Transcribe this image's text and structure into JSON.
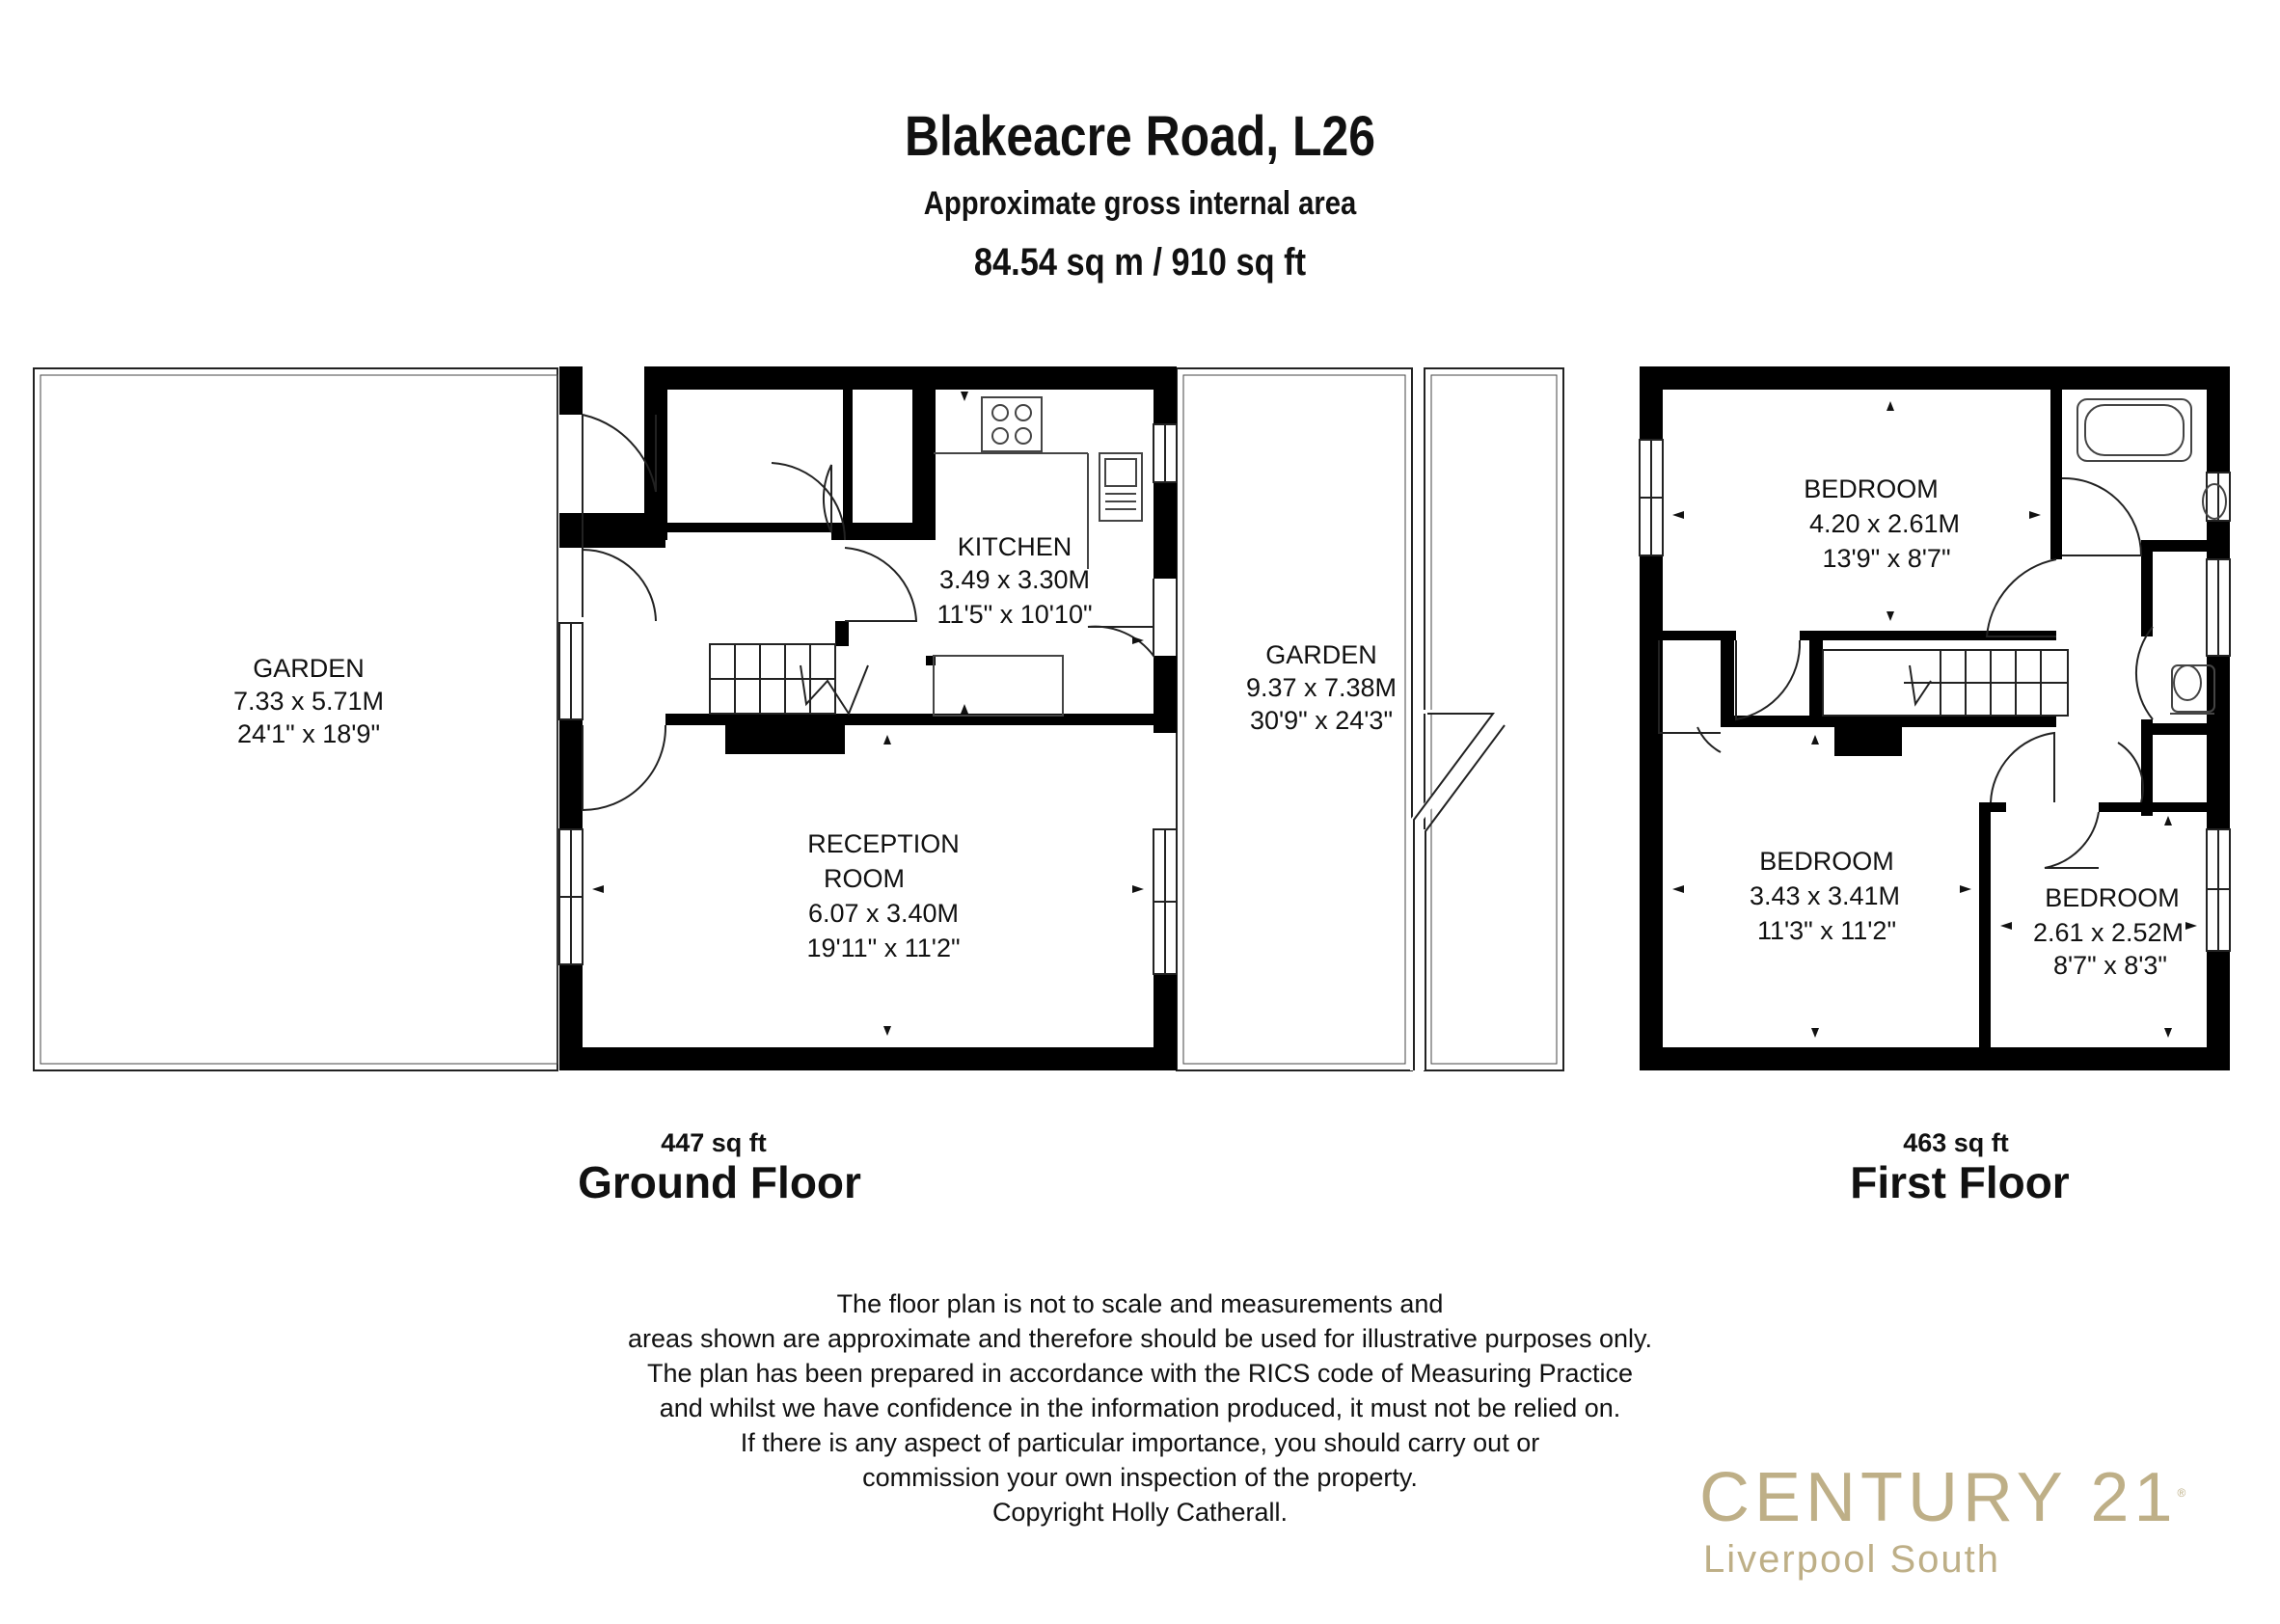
{
  "header": {
    "title": "Blakeacre Road, L26",
    "subtitle": "Approximate gross internal area",
    "total_area": "84.54 sq m /  910 sq ft"
  },
  "ground_floor": {
    "area": "447 sq ft",
    "name": "Ground Floor",
    "rooms": {
      "garden_left": {
        "name": "GARDEN",
        "dim_m": "7.33 x 5.71M",
        "dim_ft": "24'1\" x 18'9\""
      },
      "kitchen": {
        "name": "KITCHEN",
        "dim_m": "3.49 x 3.30M",
        "dim_ft": "11'5\" x 10'10\""
      },
      "garden_right": {
        "name": "GARDEN",
        "dim_m": "9.37 x 7.38M",
        "dim_ft": "30'9\" x 24'3\""
      },
      "reception": {
        "name_line1": "RECEPTION",
        "name_line2": "ROOM",
        "dim_m": "6.07 x 3.40M",
        "dim_ft": "19'11\" x 11'2\""
      }
    }
  },
  "first_floor": {
    "area": "463 sq ft",
    "name": "First Floor",
    "rooms": {
      "bedroom1": {
        "name": "BEDROOM",
        "dim_m": "4.20 x 2.61M",
        "dim_ft": "13'9\" x 8'7\""
      },
      "bedroom2": {
        "name": "BEDROOM",
        "dim_m": "3.43 x 3.41M",
        "dim_ft": "11'3\" x 11'2\""
      },
      "bedroom3": {
        "name": "BEDROOM",
        "dim_m": "2.61 x 2.52M",
        "dim_ft": "8'7\" x 8'3\""
      }
    }
  },
  "disclaimer": [
    "The floor plan is not to scale and measurements and",
    "areas shown are approximate and therefore should be used for illustrative purposes only.",
    "The plan has been prepared in accordance with the RICS code of Measuring Practice",
    "and whilst we have confidence in the information produced, it must not be relied on.",
    "If there is any aspect of particular importance, you should carry out or",
    "commission your own inspection of the property.",
    "Copyright Holly Catherall."
  ],
  "brand": {
    "name": "CENTURY 21",
    "trademark": "®",
    "branch": "Liverpool South",
    "color": "#beaf87"
  }
}
